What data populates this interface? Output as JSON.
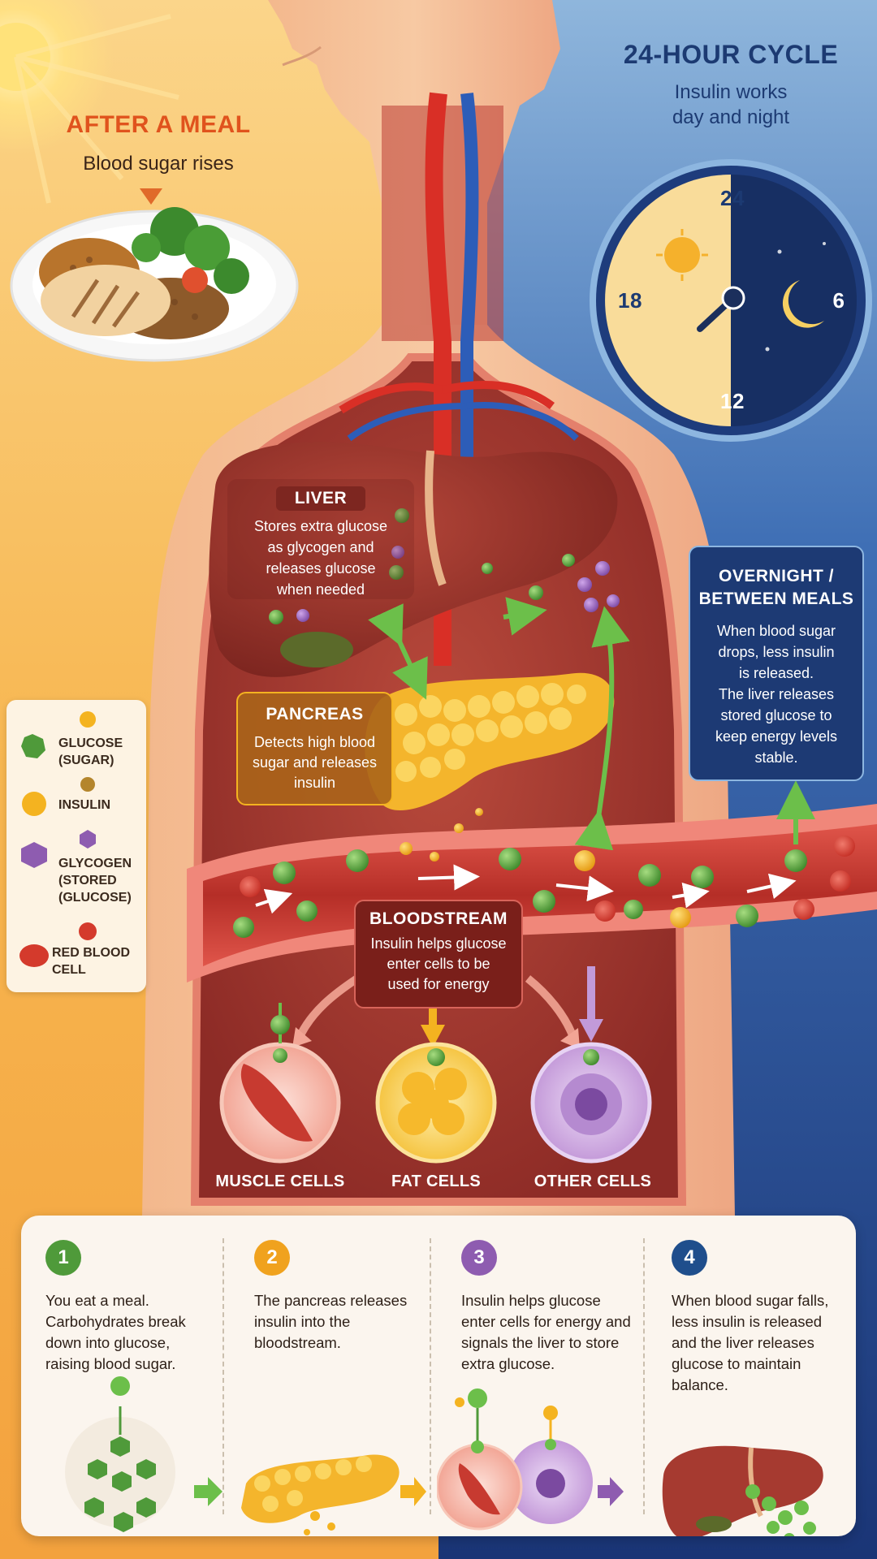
{
  "after_meal": {
    "title": "AFTER A MEAL",
    "subtitle": "Blood sugar rises"
  },
  "cycle": {
    "title": "24-HOUR CYCLE",
    "subtitle_line1": "Insulin works",
    "subtitle_line2": "day and night",
    "clock_24": "24",
    "clock_6": "6",
    "clock_12": "12",
    "clock_18": "18"
  },
  "liver": {
    "title": "LIVER",
    "line1": "Stores extra glucose",
    "line2": "as glycogen and",
    "line3": "releases glucose",
    "line4": "when needed"
  },
  "pancreas": {
    "title": "PANCREAS",
    "line1": "Detects high blood",
    "line2": "sugar and releases",
    "line3": "insulin"
  },
  "overnight": {
    "title_line1": "OVERNIGHT /",
    "title_line2": "BETWEEN MEALS",
    "line1": "When blood sugar",
    "line2": "drops, less insulin",
    "line3": "is released.",
    "line4": "The liver releases",
    "line5": "stored glucose to",
    "line6": "keep energy levels",
    "line7": "stable."
  },
  "bloodstream": {
    "title": "BLOODSTREAM",
    "line1": "Insulin helps glucose",
    "line2": "enter cells to be",
    "line3": "used for energy"
  },
  "cells": {
    "muscle": "MUSCLE CELLS",
    "fat": "FAT CELLS",
    "other": "OTHER CELLS"
  },
  "legend": {
    "glucose_1": "GLUCOSE",
    "glucose_2": "(SUGAR)",
    "insulin": "INSULIN",
    "glycogen_1": "GLYCOGEN",
    "glycogen_2": "(STORED",
    "glycogen_3": "(GLUCOSE)",
    "rbc_1": "RED BLOOD",
    "rbc_2": "CELL"
  },
  "steps": [
    {
      "num": "1",
      "color": "#4f9a3a",
      "text": "You eat a meal. Carbohydrates break down into glucose, raising blood sugar."
    },
    {
      "num": "2",
      "color": "#f0a21e",
      "text": "The pancreas releases insulin into the bloodstream."
    },
    {
      "num": "3",
      "color": "#8e5cb0",
      "text": "Insulin helps glucose enter cells for energy and signals the liver to store extra glucose."
    },
    {
      "num": "4",
      "color": "#1f4e8c",
      "text": "When blood sugar falls, less insulin is released and the liver releases glucose to maintain balance."
    }
  ],
  "colors": {
    "glucose": "#4f9a3a",
    "insulin": "#f4b320",
    "glycogen": "#8e5cb0",
    "red_blood_cell": "#d43a2c",
    "day_bg": "#f5a93a",
    "night_bg": "#1d3f86"
  }
}
